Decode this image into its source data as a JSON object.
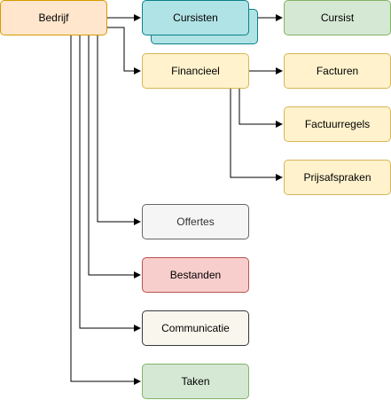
{
  "nodes": {
    "bedrijf": {
      "label": "Bedrijf",
      "fill": "#ffe6cc",
      "stroke": "#d79b00"
    },
    "cursisten": {
      "label": "Cursisten",
      "fill": "#b0e3e6",
      "stroke": "#0e8088"
    },
    "cursist": {
      "label": "Cursist",
      "fill": "#d5e8d4",
      "stroke": "#82b366"
    },
    "financieel": {
      "label": "Financieel",
      "fill": "#fff2cc",
      "stroke": "#d6b656"
    },
    "facturen": {
      "label": "Facturen",
      "fill": "#fff2cc",
      "stroke": "#d6b656"
    },
    "factuurregels": {
      "label": "Factuurregels",
      "fill": "#fff2cc",
      "stroke": "#d6b656"
    },
    "prijsafspraken": {
      "label": "Prijsafspraken",
      "fill": "#fff2cc",
      "stroke": "#d6b656"
    },
    "offertes": {
      "label": "Offertes",
      "fill": "#f5f5f5",
      "stroke": "#666666",
      "text": "#333333"
    },
    "bestanden": {
      "label": "Bestanden",
      "fill": "#f8cecc",
      "stroke": "#b85450"
    },
    "communicatie": {
      "label": "Communicatie",
      "fill": "#f9f7ed",
      "stroke": "#36393d"
    },
    "taken": {
      "label": "Taken",
      "fill": "#d5e8d4",
      "stroke": "#82b366"
    }
  },
  "edge_color": "#000000"
}
